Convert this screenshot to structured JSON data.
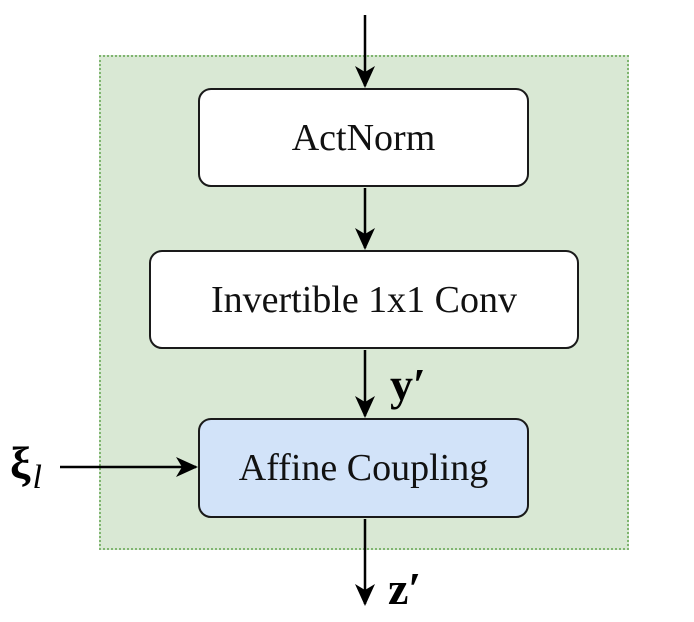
{
  "diagram": {
    "blocks": {
      "actnorm": "ActNorm",
      "conv": "Invertible 1x1 Conv",
      "affine": "Affine Coupling"
    },
    "labels": {
      "y": "y′",
      "z": "z′",
      "xi_symbol": "ξ",
      "xi_subscript": "l"
    },
    "colors": {
      "container_fill": "#d9e8d4",
      "container_border": "#7fb56f",
      "affine_fill": "#d2e3f9"
    }
  }
}
